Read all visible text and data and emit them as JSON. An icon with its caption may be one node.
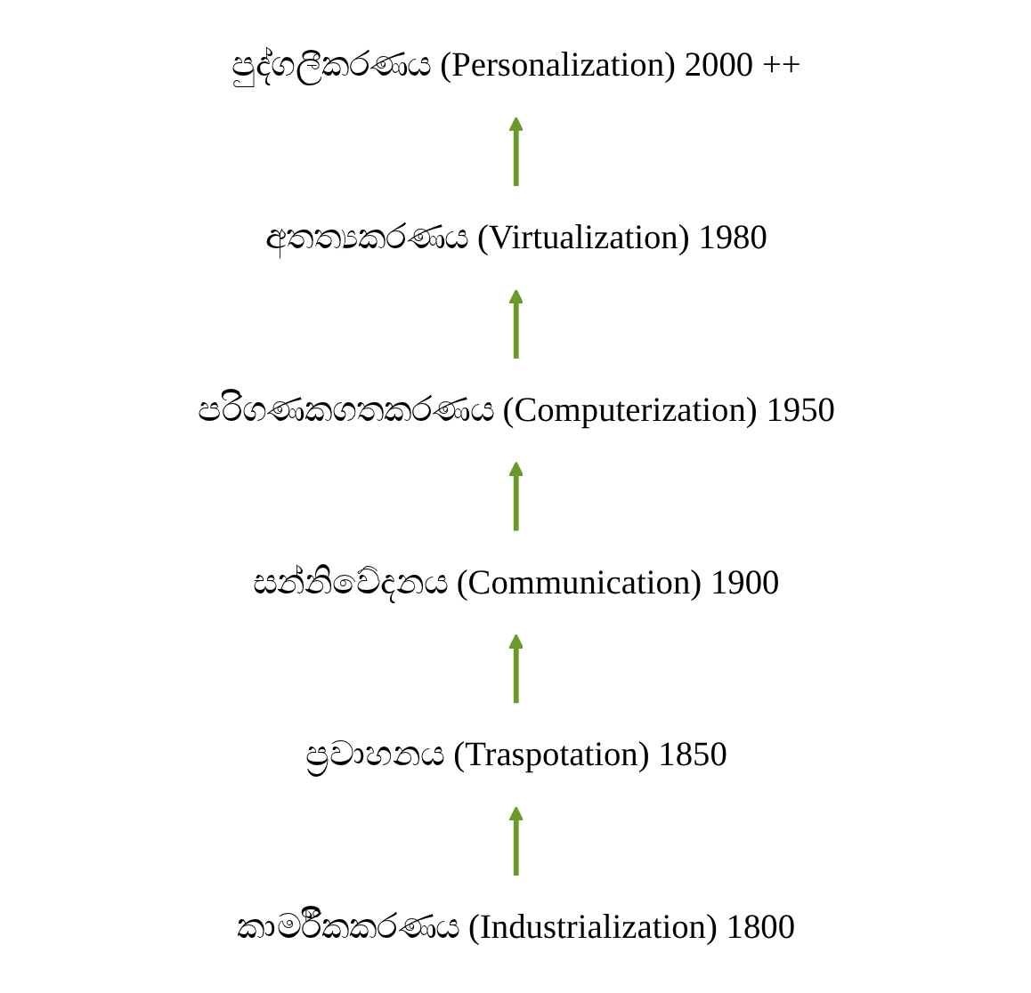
{
  "diagram": {
    "nodes": [
      {
        "text": [
          "පුද්ගලීකරණය (Personalization) 2000 ++"
        ]
      },
      {
        "text": [
          "අතත්‍යකරණය (Virtualization) 1980"
        ]
      },
      {
        "text": [
          "පරිගණකගතකරණය (Computerization) 1950"
        ]
      },
      {
        "text": [
          "සන්නිවේදනය (Communication) 1900"
        ]
      },
      {
        "text": [
          "ප්‍රවාහනය (Traspotation) 1850"
        ]
      },
      {
        "text": [
          "කාර්මීකකරණය (Industrialization) 1800"
        ]
      }
    ],
    "edges": [
      {
        "from": 5,
        "to": 4,
        "arrow": "to"
      },
      {
        "from": 4,
        "to": 3,
        "arrow": "to"
      },
      {
        "from": 3,
        "to": 2,
        "arrow": "to"
      },
      {
        "from": 2,
        "to": 1,
        "arrow": "to"
      },
      {
        "from": 1,
        "to": 0,
        "arrow": "to"
      }
    ]
  }
}
